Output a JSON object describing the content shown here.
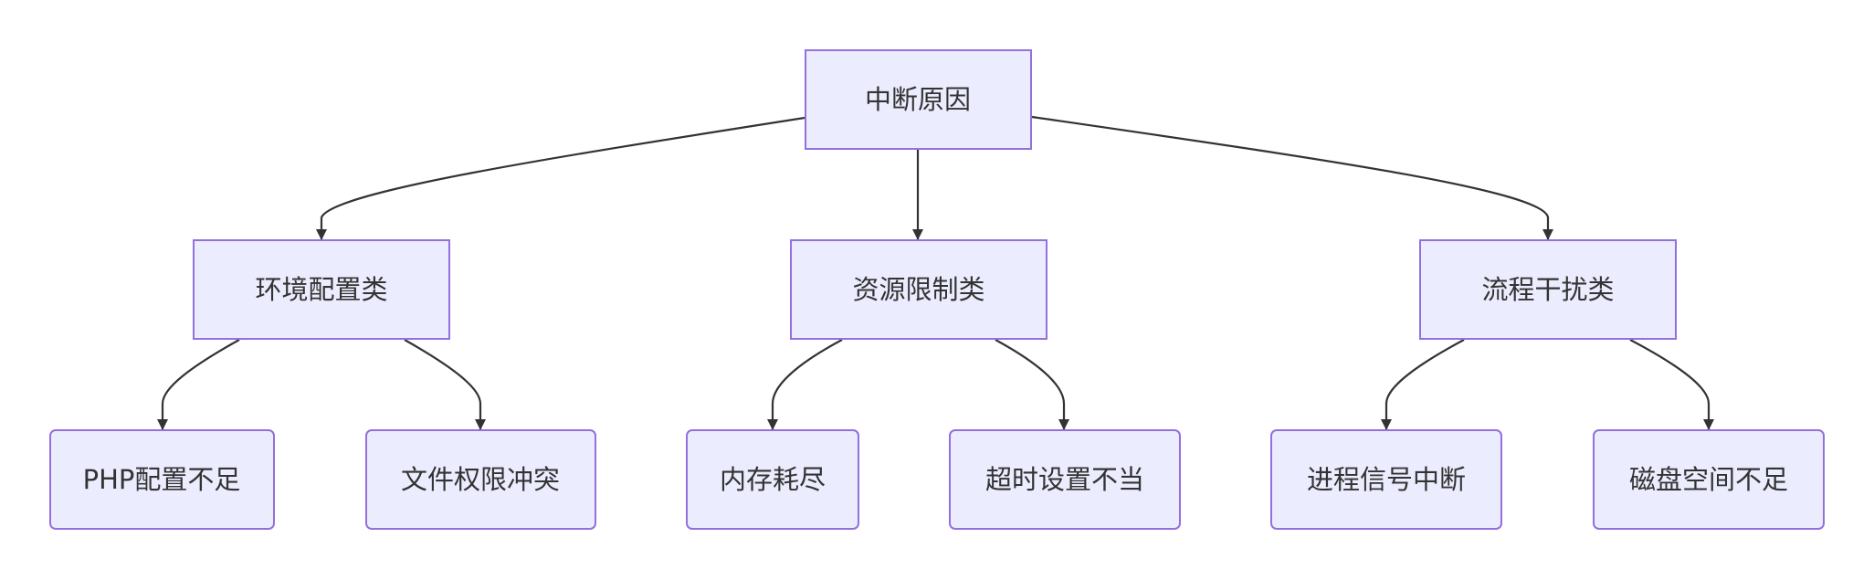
{
  "diagram": {
    "type": "flowchart",
    "direction": "top-down",
    "colors": {
      "node_fill": "#ECECFF",
      "node_border": "#9370DB",
      "edge": "#333333",
      "text": "#333333",
      "background": "#FFFFFF"
    },
    "nodes": {
      "root": {
        "label": "中断原因"
      },
      "env": {
        "label": "环境配置类"
      },
      "resource": {
        "label": "资源限制类"
      },
      "process": {
        "label": "流程干扰类"
      },
      "php": {
        "label": "PHP配置不足"
      },
      "perm": {
        "label": "文件权限冲突"
      },
      "mem": {
        "label": "内存耗尽"
      },
      "timeout": {
        "label": "超时设置不当"
      },
      "signal": {
        "label": "进程信号中断"
      },
      "disk": {
        "label": "磁盘空间不足"
      }
    },
    "edges": [
      {
        "from": "root",
        "to": "env"
      },
      {
        "from": "root",
        "to": "resource"
      },
      {
        "from": "root",
        "to": "process"
      },
      {
        "from": "env",
        "to": "php"
      },
      {
        "from": "env",
        "to": "perm"
      },
      {
        "from": "resource",
        "to": "mem"
      },
      {
        "from": "resource",
        "to": "timeout"
      },
      {
        "from": "process",
        "to": "signal"
      },
      {
        "from": "process",
        "to": "disk"
      }
    ]
  }
}
